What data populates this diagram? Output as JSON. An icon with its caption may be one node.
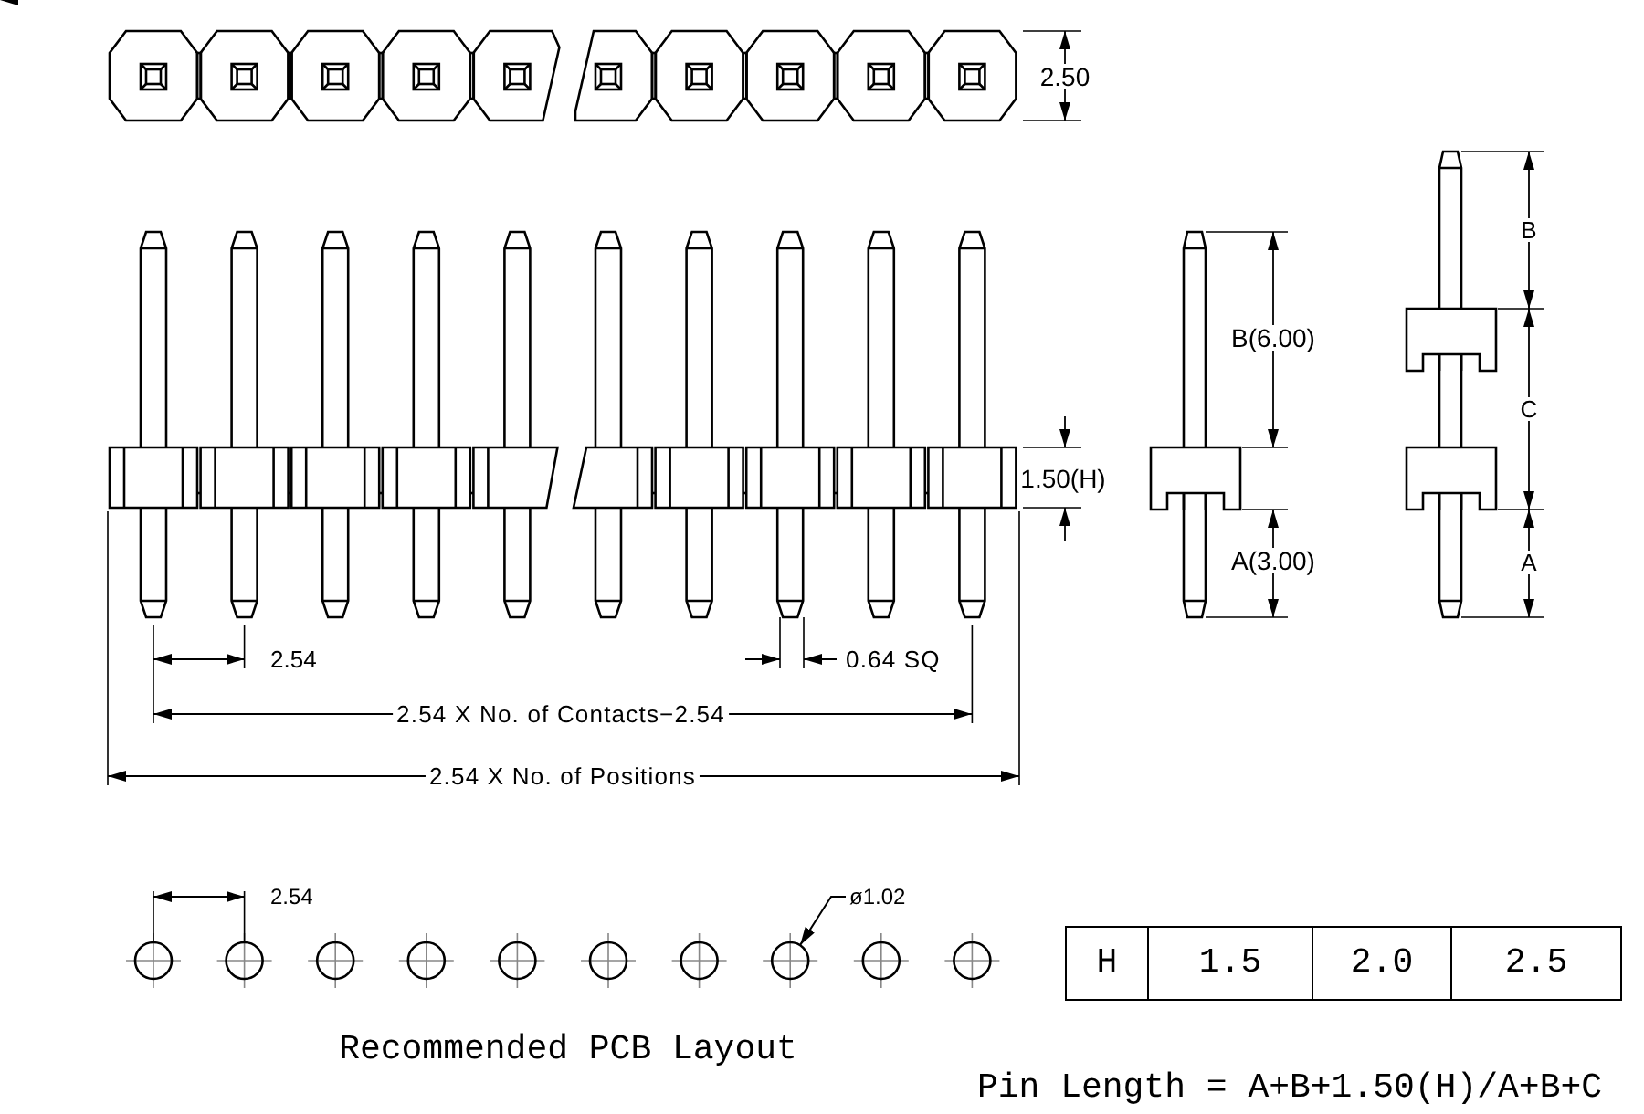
{
  "diagram": {
    "nodes": [
      {
        "text": [
          "ø1.02"
        ]
      },
      {
        "text": [],
        "shape": "circle"
      }
    ],
    "edges": [
      {
        "from": 0,
        "to": 1,
        "arrow": "to"
      }
    ],
    "labels": [
      "2.50",
      "B",
      "B(6.00)",
      "C",
      "1.50(H)",
      "A(3.00)",
      "A",
      "2.54",
      "0.64 SQ",
      "2.54 X No. of Contacts−2.54",
      "2.54 X No. of Positions",
      "2.54",
      "H",
      "1.5",
      "2.0",
      "2.5",
      "Recommended PCB Layout",
      "Pin Length = A+B+1.50(H)/A+B+C"
    ]
  }
}
